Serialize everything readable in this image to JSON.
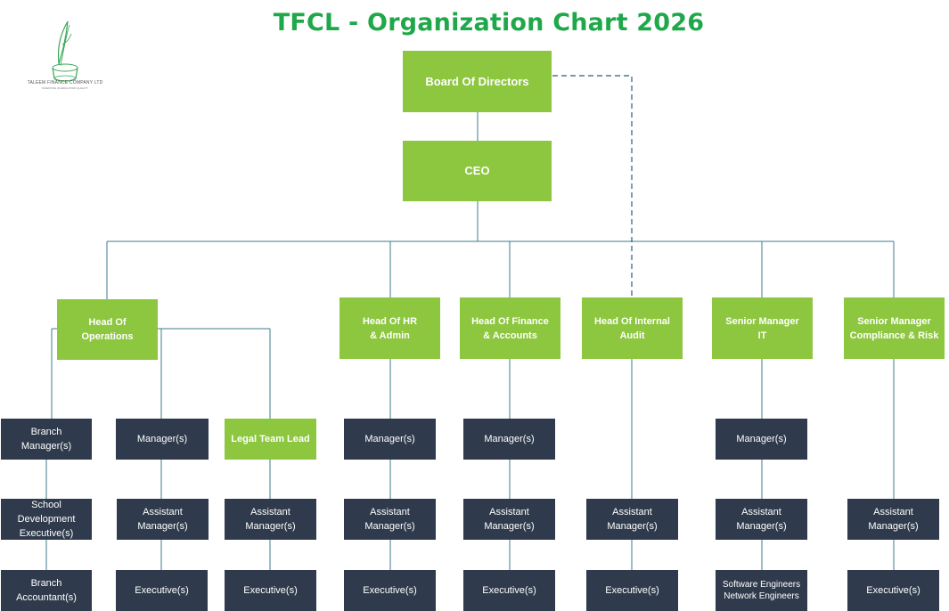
{
  "title": "TFCL - Organization Chart 2026",
  "logo": {
    "company": "TALEEM FINANCE COMPANY LTD",
    "tagline": "INVESTING IN EDUCATION QUALITY"
  },
  "colors": {
    "title": "#1fa84a",
    "green_box": "#8dc63f",
    "dark_box": "#2f3b4c",
    "connector": "#3e7b8c"
  },
  "nodes": {
    "board": "Board Of Directors",
    "ceo": "CEO",
    "head_operations": "Head Of\nOperations",
    "head_hr": "Head Of HR\n& Admin",
    "head_finance": "Head Of Finance\n& Accounts",
    "head_audit": "Head Of  Internal\nAudit",
    "sm_it": "Senior Manager\nIT",
    "sm_compliance": "Senior Manager\nCompliance & Risk",
    "branch_manager": "Branch\nManager(s)",
    "school_dev_exec": "School\nDevelopment\nExecutive(s)",
    "branch_accountant": "Branch\nAccountant(s)",
    "ops_manager": "Manager(s)",
    "ops_asst_manager": "Assistant\nManager(s)",
    "ops_executive": "Executive(s)",
    "legal_lead": "Legal Team Lead",
    "legal_asst_manager": "Assistant\nManager(s)",
    "legal_executive": "Executive(s)",
    "hr_manager": "Manager(s)",
    "hr_asst_manager": "Assistant\nManager(s)",
    "hr_executive": "Executive(s)",
    "fin_manager": "Manager(s)",
    "fin_asst_manager": "Assistant\nManager(s)",
    "fin_executive": "Executive(s)",
    "audit_asst_manager": "Assistant\nManager(s)",
    "audit_executive": "Executive(s)",
    "it_manager": "Manager(s)",
    "it_asst_manager": "Assistant\nManager(s)",
    "it_engineers": "Software Engineers\nNetwork Engineers",
    "comp_asst_manager": "Assistant\nManager(s)",
    "comp_executive": "Executive(s)"
  }
}
